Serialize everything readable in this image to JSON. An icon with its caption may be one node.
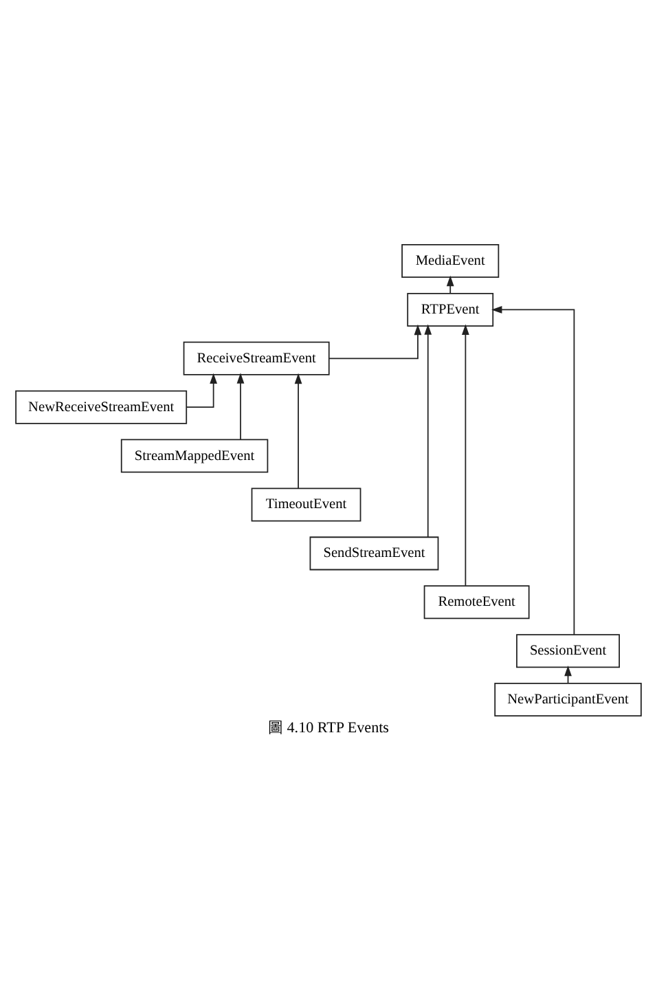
{
  "diagram": {
    "caption": "圖 4.10 RTP Events",
    "nodes": [
      {
        "text": [
          "MediaEvent"
        ]
      },
      {
        "text": [
          "RTPEvent"
        ]
      },
      {
        "text": [
          "ReceiveStreamEvent"
        ]
      },
      {
        "text": [
          "NewReceiveStreamEvent"
        ]
      },
      {
        "text": [
          "StreamMappedEvent"
        ]
      },
      {
        "text": [
          "TimeoutEvent"
        ]
      },
      {
        "text": [
          "SendStreamEvent"
        ]
      },
      {
        "text": [
          "RemoteEvent"
        ]
      },
      {
        "text": [
          "SessionEvent"
        ]
      },
      {
        "text": [
          "NewParticipantEvent"
        ]
      }
    ],
    "edges": [
      {
        "from": 1,
        "to": 0,
        "arrow": "to"
      },
      {
        "from": 2,
        "to": 1,
        "arrow": "to"
      },
      {
        "from": 3,
        "to": 2,
        "arrow": "to"
      },
      {
        "from": 4,
        "to": 2,
        "arrow": "to"
      },
      {
        "from": 5,
        "to": 2,
        "arrow": "to"
      },
      {
        "from": 6,
        "to": 1,
        "arrow": "to"
      },
      {
        "from": 7,
        "to": 1,
        "arrow": "to"
      },
      {
        "from": 8,
        "to": 1,
        "arrow": "to"
      },
      {
        "from": 9,
        "to": 8,
        "arrow": "to"
      }
    ]
  }
}
